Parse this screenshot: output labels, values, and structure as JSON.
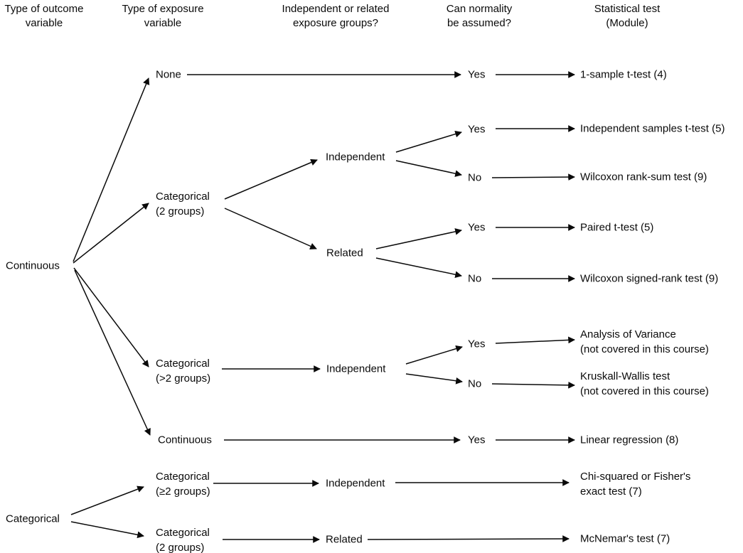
{
  "colors": {
    "background": "#ffffff",
    "line": "#0a0a0a",
    "text": "#0a0a0a"
  },
  "column_headers": {
    "outcome": "Type of outcome\nvariable",
    "exposure": "Type of exposure\nvariable",
    "groups": "Independent or related\nexposure groups?",
    "normality": "Can normality\nbe assumed?",
    "test": "Statistical test\n(Module)"
  },
  "outcome": {
    "continuous": "Continuous",
    "categorical": "Categorical"
  },
  "exposure": {
    "none": "None",
    "categorical_2_groups": "Categorical\n(2 groups)",
    "categorical_gt2_groups": "Categorical\n(>2 groups)",
    "continuous": "Continuous",
    "categorical_ge2_groups": "Categorical\n(≥2 groups)",
    "categorical_2_groups_b": "Categorical\n(2 groups)"
  },
  "groups": {
    "independent_2g": "Independent",
    "related_2g": "Related",
    "independent_gt2": "Independent",
    "independent_cat": "Independent",
    "related_cat": "Related"
  },
  "normality": {
    "yes_none": "Yes",
    "yes_independent": "Yes",
    "no_independent": "No",
    "yes_related": "Yes",
    "no_related": "No",
    "yes_gt2": "Yes",
    "no_gt2": "No",
    "yes_continuous": "Yes"
  },
  "tests": {
    "one_sample_t": "1-sample t-test (4)",
    "independent_t": "Independent samples t-test (5)",
    "wilcoxon_rank_sum": "Wilcoxon rank-sum test (9)",
    "paired_t": "Paired t-test (5)",
    "wilcoxon_signed_rank": "Wilcoxon signed-rank test (9)",
    "anova": "Analysis of Variance\n(not covered in this course)",
    "kruskall_wallis": "Kruskall-Wallis test\n(not covered in this course)",
    "linear_regression": "Linear regression (8)",
    "chi_squared_fisher": "Chi-squared or Fisher's\nexact test (7)",
    "mcnemar": "McNemar's test (7)"
  }
}
